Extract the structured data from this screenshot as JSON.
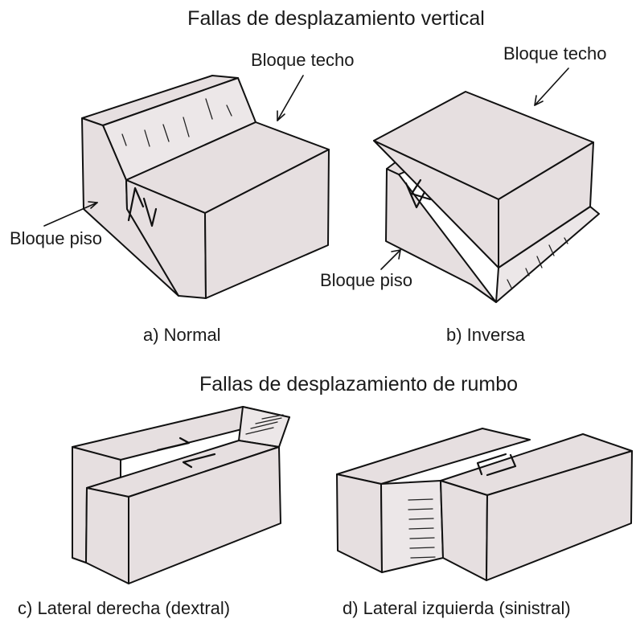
{
  "sections": {
    "vertical_title": "Fallas de desplazamiento vertical",
    "strike_slip_title": "Fallas de desplazamiento de rumbo"
  },
  "panels": {
    "a": {
      "caption": "a) Normal",
      "hanging_wall_label": "Bloque techo",
      "footwall_label": "Bloque piso"
    },
    "b": {
      "caption": "b) Inversa",
      "hanging_wall_label": "Bloque techo",
      "footwall_label": "Bloque piso"
    },
    "c": {
      "caption": "c) Lateral derecha (dextral)"
    },
    "d": {
      "caption": "d) Lateral izquierda (sinistral)"
    }
  }
}
